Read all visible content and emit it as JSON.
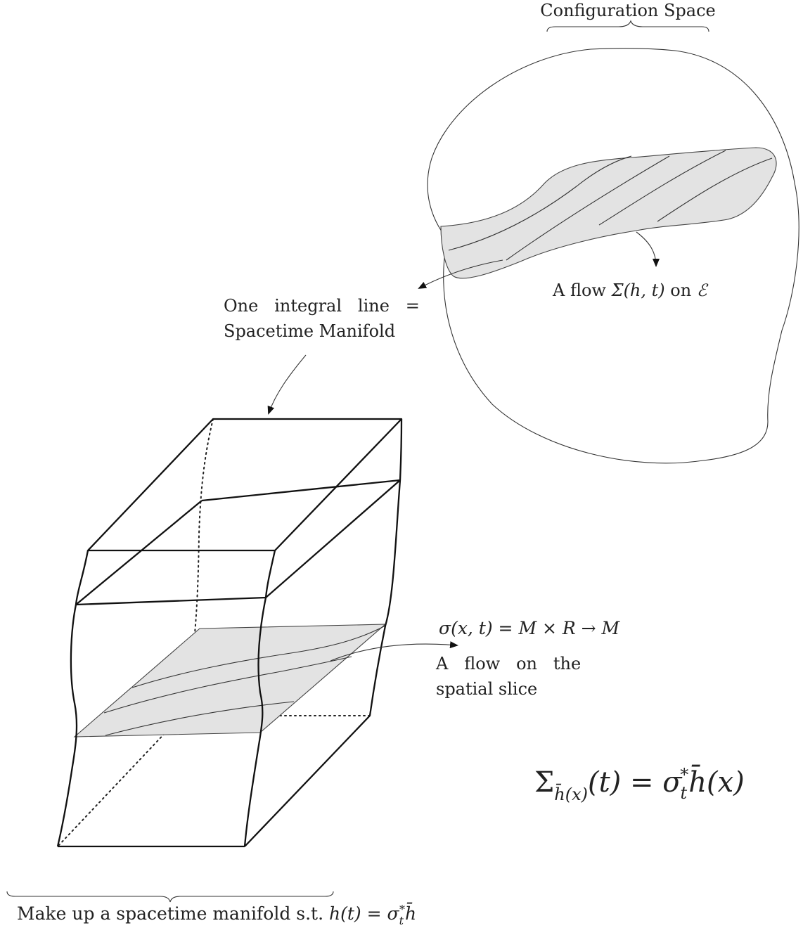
{
  "labels": {
    "config_space": "Configuration Space",
    "flow_on_E_prefix": "A flow ",
    "flow_on_E_math": "Σ(h, t)",
    "flow_on_E_mid": " on ",
    "flow_on_E_set": "ℰ",
    "integral_line_1": "One   integral   line   =",
    "integral_line_2": "Spacetime Manifold",
    "sigma_map": "σ(x, t) = M × R → M",
    "slice_flow_1": "A   flow   on   the",
    "slice_flow_2": "spatial slice",
    "big_eq_sigma": "Σ",
    "big_eq_sub": "h̄(x)",
    "big_eq_rest": "(t) = σ",
    "big_eq_t": "t",
    "big_eq_star": "*",
    "big_eq_end": "h̄(x)",
    "bottom_prefix": "Make up a spacetime manifold s.t. ",
    "bottom_math": "h(t) = σ",
    "bottom_t": "t",
    "bottom_star": "*",
    "bottom_end": "h̄"
  },
  "colors": {
    "shade": "#e3e3e3",
    "stroke": "#111111"
  }
}
